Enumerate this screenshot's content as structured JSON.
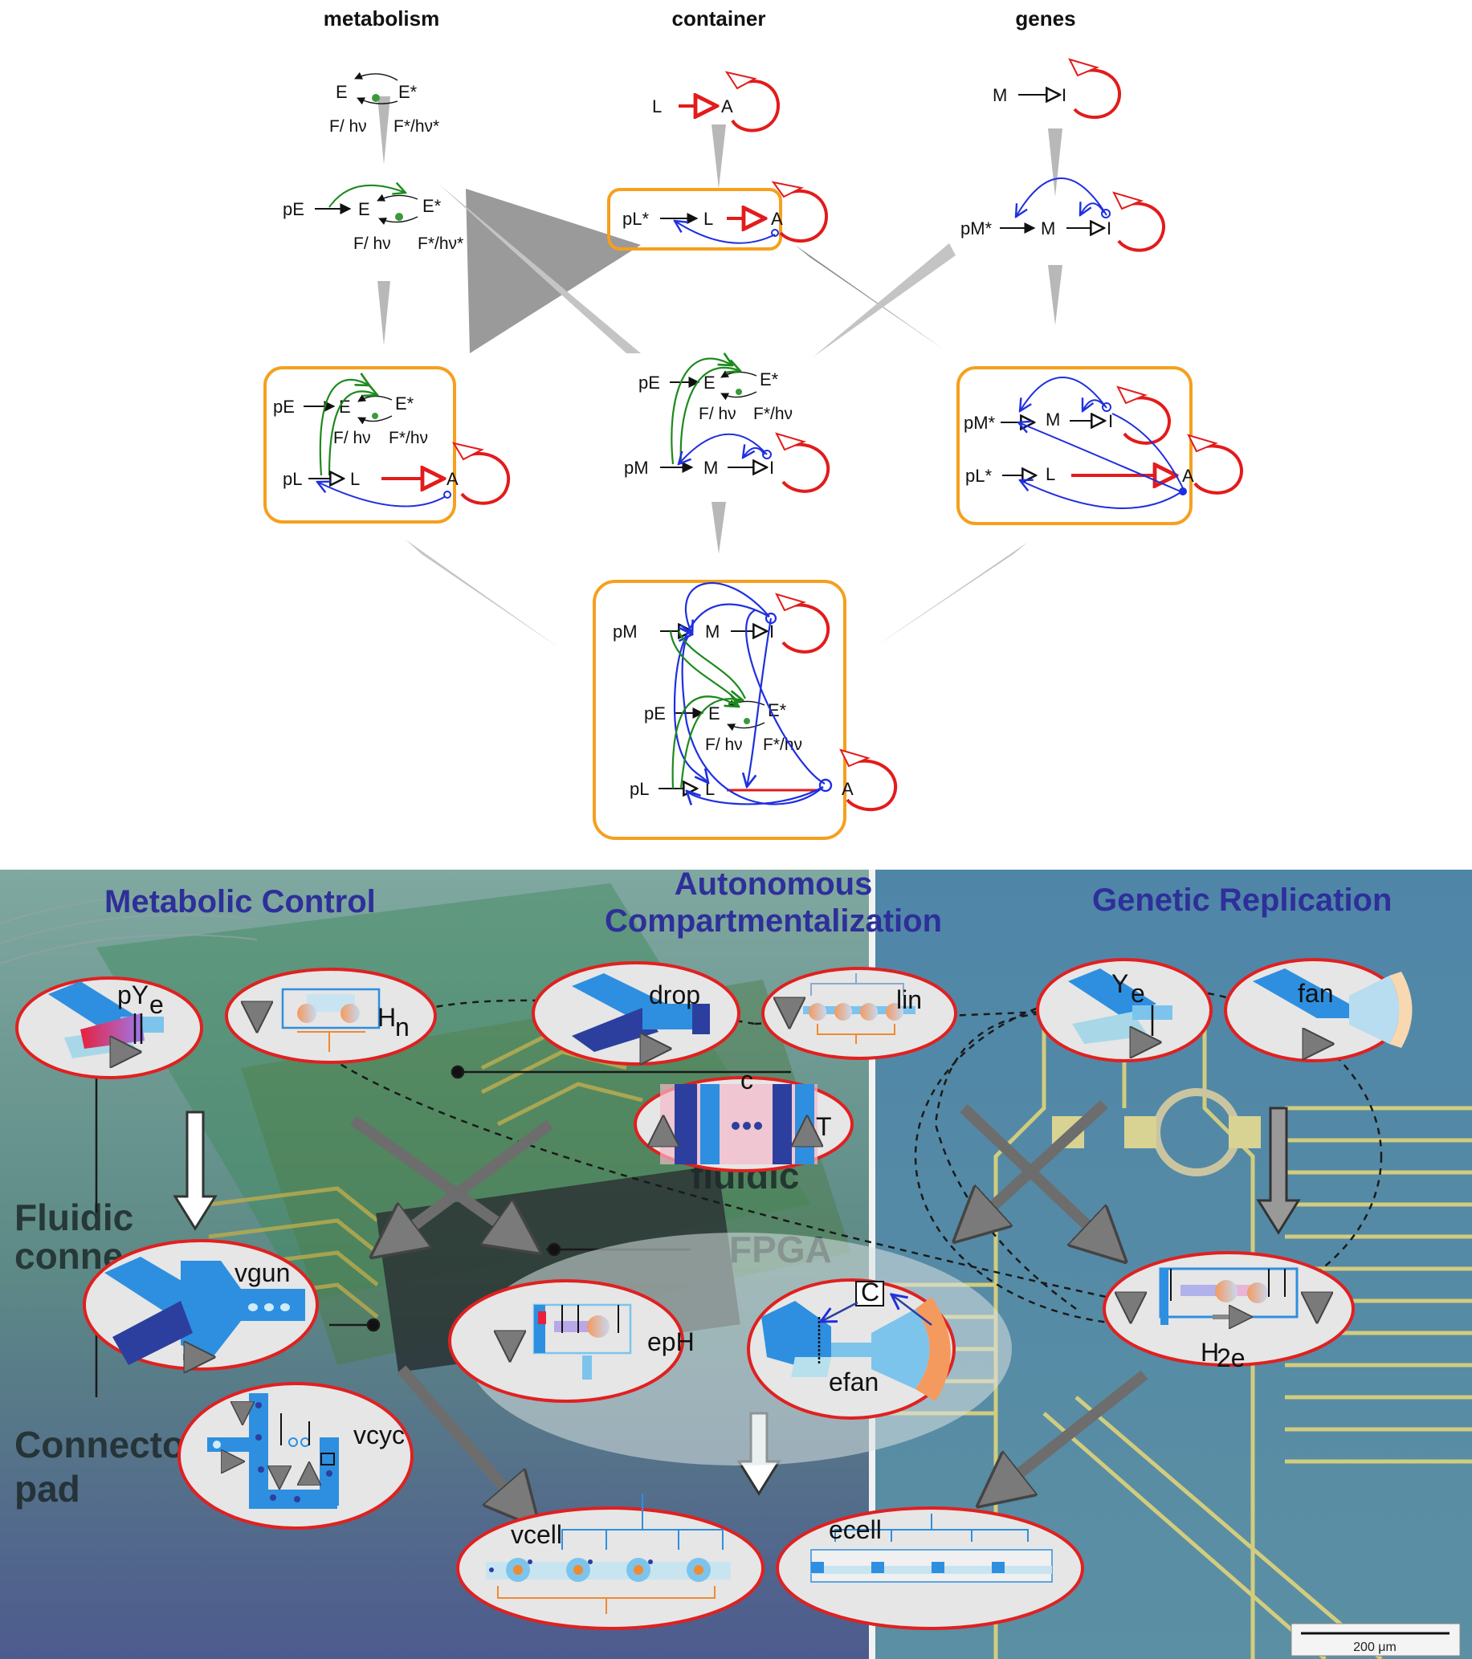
{
  "columns": {
    "metabolism": "metabolism",
    "container": "container",
    "genes": "genes"
  },
  "sections": {
    "metabolic_control": "Metabolic Control",
    "autonomous_1": "Autonomous",
    "autonomous_2": "Compartmentalization",
    "genetic_replication": "Genetic Replication"
  },
  "species": {
    "E": "E",
    "E_star": "E*",
    "F_hv": "F/ hν",
    "F_star_hv": "F*/hν*",
    "F_star_hv2": "F*/hν",
    "pE": "pE",
    "L": "L",
    "A": "A",
    "pL_star": "pL*",
    "pL": "pL",
    "M": "M",
    "I": "I",
    "pM_star": "pM*",
    "pM": "pM"
  },
  "modules": {
    "pYe": "pY",
    "pYe_sub": "e",
    "Hn": "H",
    "Hn_sub": "n",
    "drop": "drop",
    "lin": "lin",
    "c": "c",
    "T": "T",
    "Ye": "Y",
    "Ye_sub": "e",
    "fan": "fan",
    "vgun": "vgun",
    "epH": "epH",
    "C": "C",
    "efan": "efan",
    "H2e": "H",
    "H2e_sub": "2e",
    "vcyc": "vcyc",
    "vcell": "vcell",
    "ecell": "ecell"
  },
  "background": {
    "fluidic_1": "Fluidic",
    "fluidic_2": "conne",
    "connector_1": "Connecto",
    "connector_2": "pad",
    "fluidic_mid": "fluidic",
    "fpga": "FPGA",
    "scale": "200 μm"
  },
  "colors": {
    "orange_box": "#f5a01e",
    "red": "#e31b1b",
    "blue": "#1f2fe0",
    "green": "#1e8a1e",
    "grey_wedge": "#b5b5b5",
    "section_title": "#2e2f9a"
  }
}
